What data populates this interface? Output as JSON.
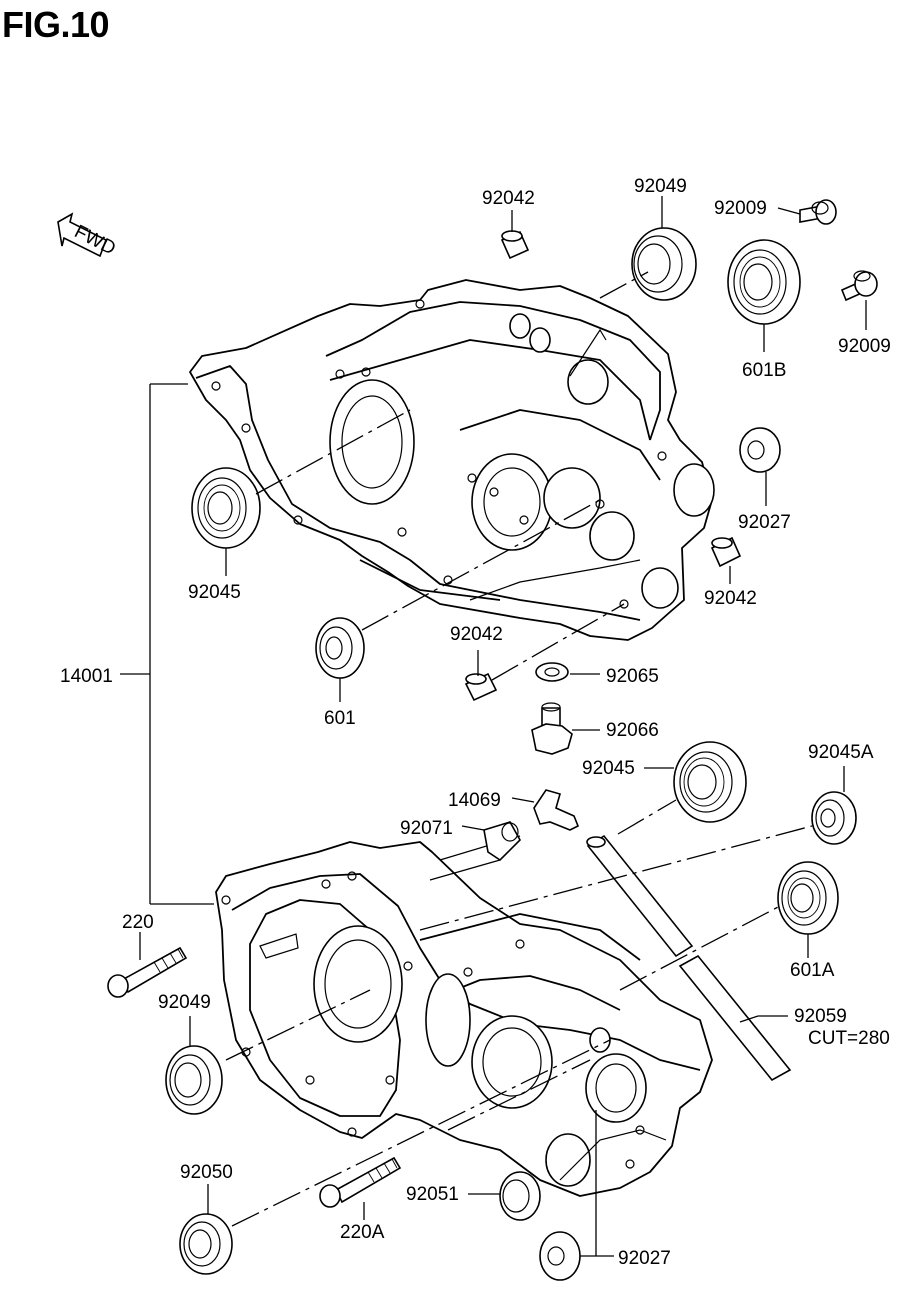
{
  "figure": {
    "title": "FIG.10",
    "fwd_label": "FWD"
  },
  "parts": [
    {
      "id": "p-92042-top",
      "number": "92042"
    },
    {
      "id": "p-92049-top",
      "number": "92049"
    },
    {
      "id": "p-92009-a",
      "number": "92009"
    },
    {
      "id": "p-92009-b",
      "number": "92009"
    },
    {
      "id": "p-601b",
      "number": "601B"
    },
    {
      "id": "p-92027-right",
      "number": "92027"
    },
    {
      "id": "p-92042-right",
      "number": "92042"
    },
    {
      "id": "p-92045-left",
      "number": "92045"
    },
    {
      "id": "p-601",
      "number": "601"
    },
    {
      "id": "p-92042-mid",
      "number": "92042"
    },
    {
      "id": "p-92065",
      "number": "92065"
    },
    {
      "id": "p-92066",
      "number": "92066"
    },
    {
      "id": "p-14001",
      "number": "14001"
    },
    {
      "id": "p-92045-mid",
      "number": "92045"
    },
    {
      "id": "p-92045a",
      "number": "92045A"
    },
    {
      "id": "p-14069",
      "number": "14069"
    },
    {
      "id": "p-92071",
      "number": "92071"
    },
    {
      "id": "p-601a",
      "number": "601A"
    },
    {
      "id": "p-220",
      "number": "220"
    },
    {
      "id": "p-92049-bottom",
      "number": "92049"
    },
    {
      "id": "p-92059",
      "number": "92059"
    },
    {
      "id": "p-cut",
      "number": "CUT=280"
    },
    {
      "id": "p-92050",
      "number": "92050"
    },
    {
      "id": "p-92051",
      "number": "92051"
    },
    {
      "id": "p-220a",
      "number": "220A"
    },
    {
      "id": "p-92027-bottom",
      "number": "92027"
    }
  ]
}
